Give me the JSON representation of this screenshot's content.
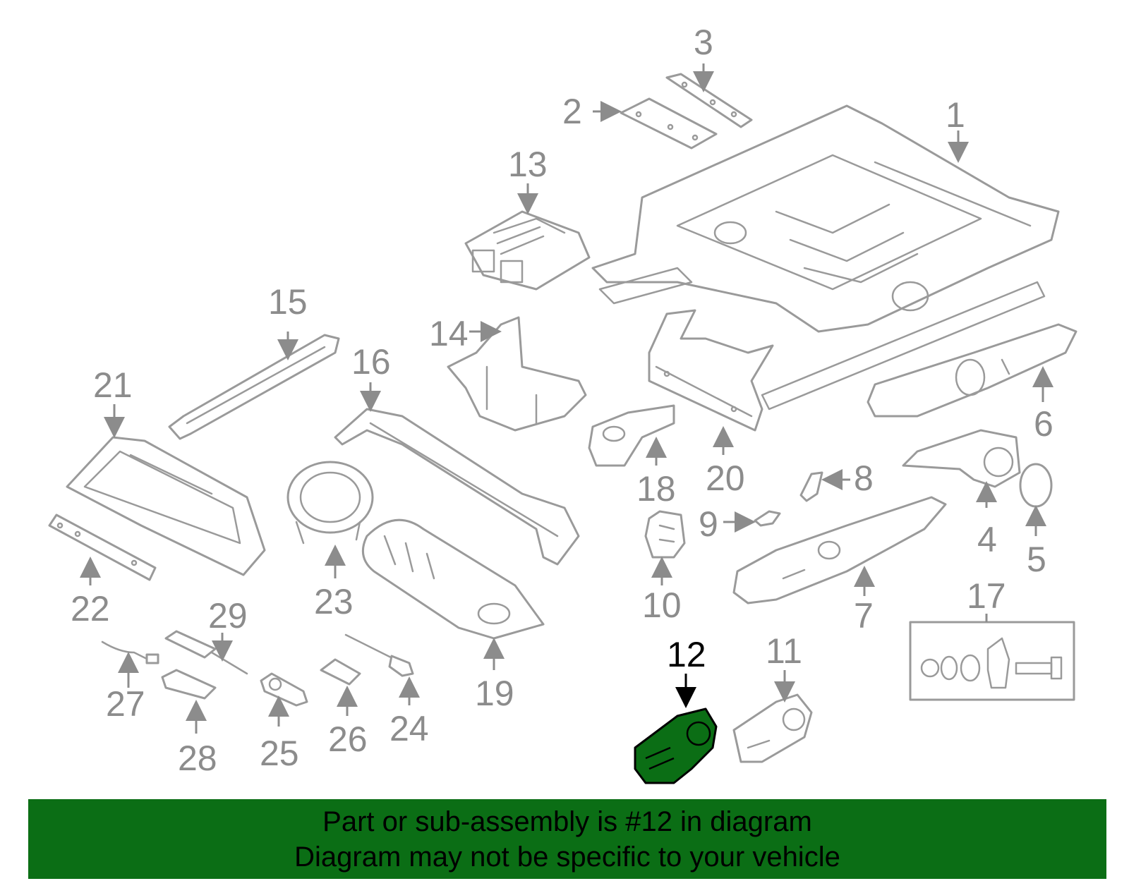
{
  "callouts": {
    "c1": "1",
    "c2": "2",
    "c3": "3",
    "c4": "4",
    "c5": "5",
    "c6": "6",
    "c7": "7",
    "c8": "8",
    "c9": "9",
    "c10": "10",
    "c11": "11",
    "c12": "12",
    "c13": "13",
    "c14": "14",
    "c15": "15",
    "c16": "16",
    "c17": "17",
    "c18": "18",
    "c19": "19",
    "c20": "20",
    "c21": "21",
    "c22": "22",
    "c23": "23",
    "c24": "24",
    "c25": "25",
    "c26": "26",
    "c27": "27",
    "c28": "28",
    "c29": "29"
  },
  "highlighted_part": "12",
  "colors": {
    "highlight": "#0b6e15",
    "line": "#9a9a9a",
    "callout": "#8c8c8c"
  },
  "banner": {
    "line1": "Part or sub-assembly is #12 in diagram",
    "line2": "Diagram may not be specific to your vehicle"
  }
}
